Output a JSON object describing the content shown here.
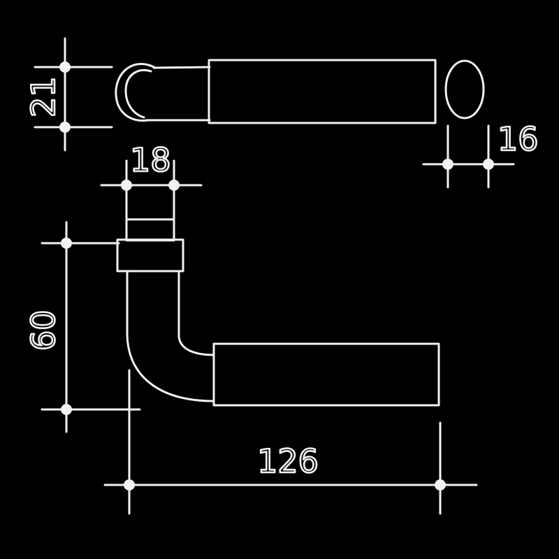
{
  "drawing": {
    "colors": {
      "background": "#000000",
      "line": "#f2f2f2"
    },
    "dimensions": {
      "handle_height": "21",
      "rosette_width": "16",
      "neck_diameter": "18",
      "projection": "60",
      "lever_length": "126"
    }
  }
}
